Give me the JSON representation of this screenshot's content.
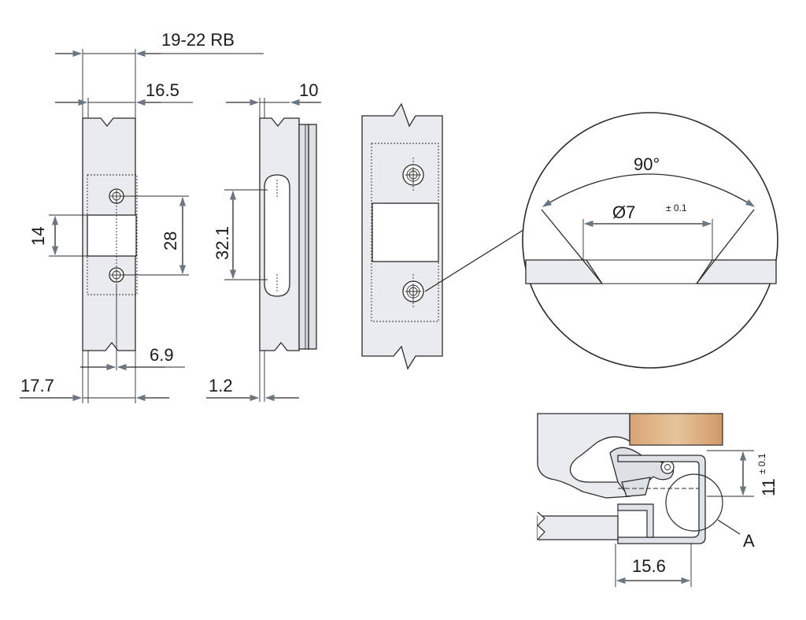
{
  "dimensions": {
    "rebate_range": "19-22 RB",
    "width_16_5": "16.5",
    "width_10": "10",
    "height_14": "14",
    "height_28": "28",
    "height_32_1": "32.1",
    "offset_6_9": "6.9",
    "offset_17_7": "17.7",
    "offset_1_2": "1.2",
    "angle": "90°",
    "diameter": "Ø7",
    "diameter_tol": "± 0.1",
    "height_11": "11",
    "height_11_tol": "± 0.1",
    "width_15_6": "15.6"
  },
  "labels": {
    "detail_a": "A"
  },
  "colors": {
    "metal": "#e9ebee",
    "wood": "#d9a878",
    "line": "#2b2b2b"
  }
}
